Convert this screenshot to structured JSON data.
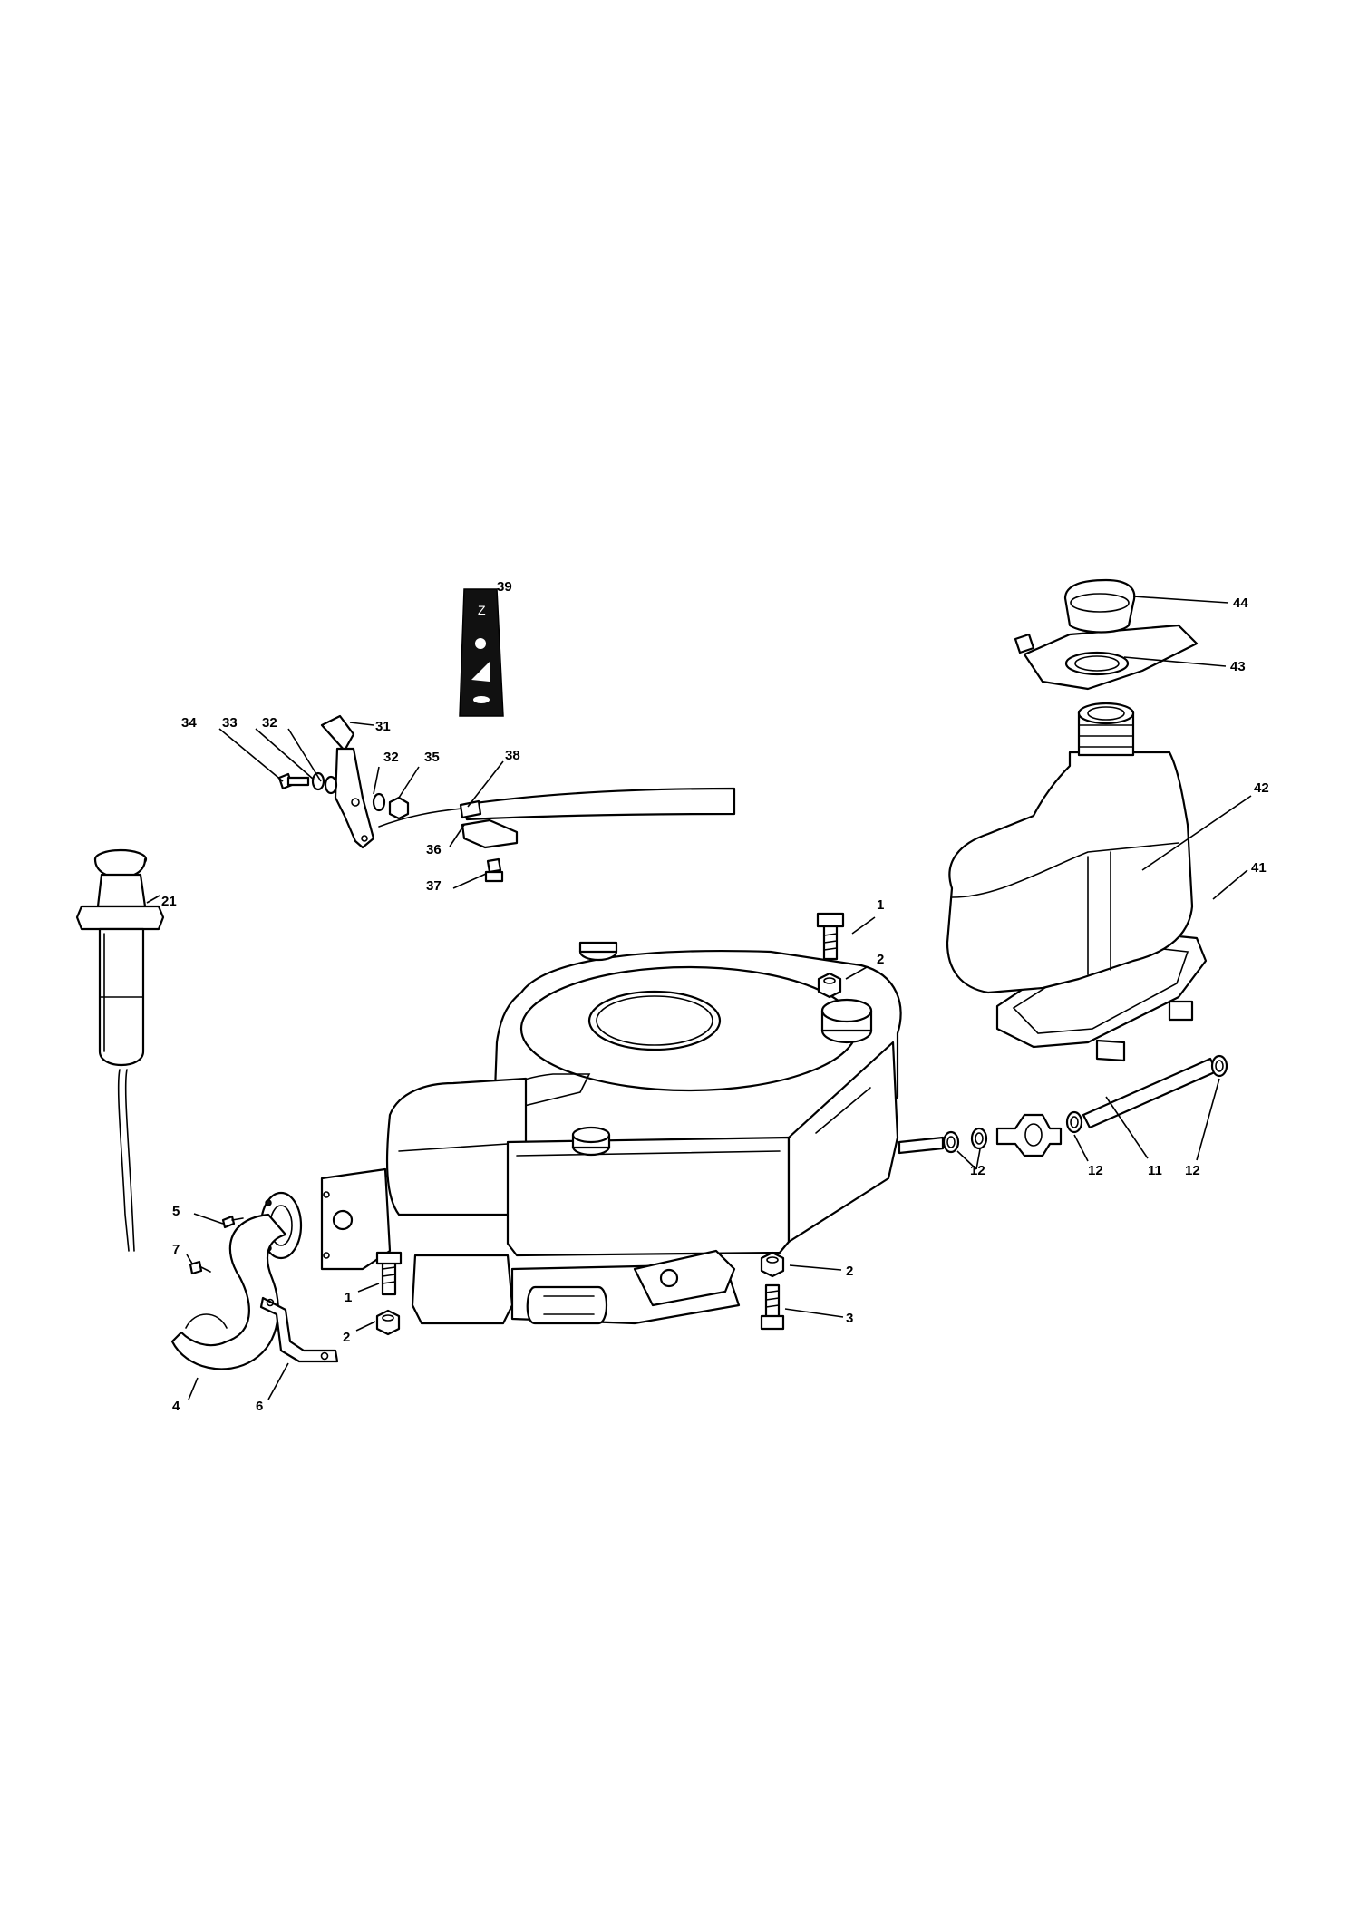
{
  "callouts": {
    "c1a": "1",
    "c1b": "1",
    "c2a": "2",
    "c2b": "2",
    "c2c": "2",
    "c3": "3",
    "c4": "4",
    "c5": "5",
    "c6": "6",
    "c7": "7",
    "c11": "11",
    "c12a": "12",
    "c12b": "12",
    "c12c": "12",
    "c21": "21",
    "c31": "31",
    "c32a": "32",
    "c32b": "32",
    "c33": "33",
    "c34": "34",
    "c35": "35",
    "c36": "36",
    "c37": "37",
    "c38": "38",
    "c39": "39",
    "c41": "41",
    "c42": "42",
    "c43": "43",
    "c44": "44"
  },
  "colors": {
    "line": "#000000",
    "background": "#ffffff",
    "decal": "#111111"
  }
}
